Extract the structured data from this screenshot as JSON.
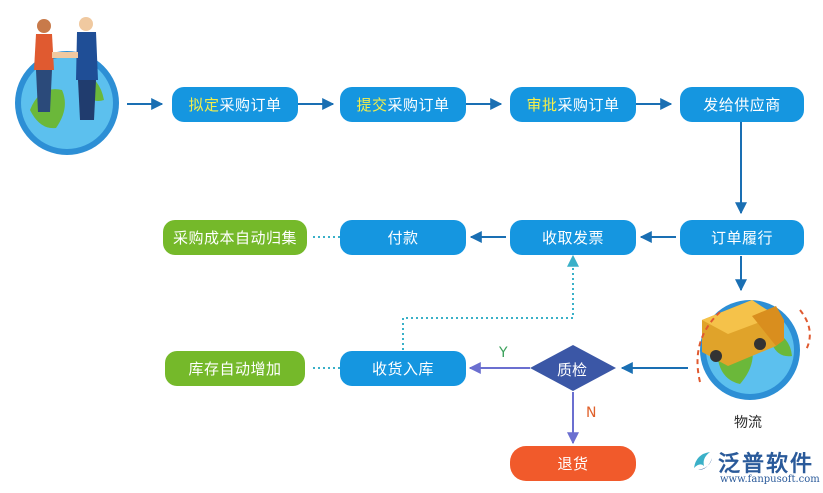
{
  "flow": {
    "draft": {
      "highlight": "拟定",
      "rest": "采购订单"
    },
    "submit": {
      "highlight": "提交",
      "rest": "采购订单"
    },
    "review": {
      "highlight": "审批",
      "rest": "采购订单"
    },
    "send_supplier": "发给供应商",
    "fulfill": "订单履行",
    "invoice": "收取发票",
    "payment": "付款",
    "cost_summary": "采购成本自动归集",
    "logistics": "物流",
    "quality_check": "质检",
    "receive": "收货入库",
    "inventory": "库存自动增加",
    "return": "退货",
    "yes": "Y",
    "no": "N"
  },
  "brand": {
    "name": "泛普软件",
    "url": "www.fanpusoft.com"
  },
  "colors": {
    "node_blue": "#1596e0",
    "node_green": "#75b92a",
    "node_orange": "#f15a2b",
    "decision": "#3b57a6",
    "highlight": "#f4ee4a",
    "arrow": "#1a6fb3"
  }
}
